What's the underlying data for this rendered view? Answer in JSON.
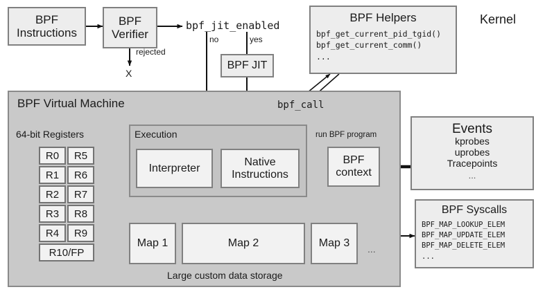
{
  "diagram": {
    "title_kernel": "Kernel",
    "pipeline": {
      "instructions": "BPF\nInstructions",
      "instructions_l1": "BPF",
      "instructions_l2": "Instructions",
      "verifier_l1": "BPF",
      "verifier_l2": "Verifier",
      "rejected_label": "rejected",
      "rejected_mark": "X",
      "jit_enabled_label": "bpf_jit_enabled",
      "branch_no": "no",
      "branch_yes": "yes",
      "bpf_jit": "BPF JIT"
    },
    "helpers": {
      "title": "BPF Helpers",
      "items": [
        "bpf_get_current_pid_tgid()",
        "bpf_get_current_comm()",
        "..."
      ]
    },
    "vm": {
      "title": "BPF Virtual Machine",
      "registers_title": "64-bit Registers",
      "registers_left": [
        "R0",
        "R1",
        "R2",
        "R3",
        "R4"
      ],
      "registers_right": [
        "R5",
        "R6",
        "R7",
        "R8",
        "R9"
      ],
      "registers_wide": "R10/FP",
      "execution_title": "Execution",
      "interpreter": "Interpreter",
      "native_l1": "Native",
      "native_l2": "Instructions",
      "bpf_call_label": "bpf_call",
      "run_program_label": "run BPF program",
      "context_l1": "BPF",
      "context_l2": "context",
      "maps": [
        "Map 1",
        "Map 2",
        "Map 3"
      ],
      "maps_ellipsis": "...",
      "storage_label": "Large custom data storage"
    },
    "events": {
      "title": "Events",
      "items": [
        "kprobes",
        "uprobes",
        "Tracepoints",
        "..."
      ]
    },
    "syscalls": {
      "title": "BPF Syscalls",
      "items": [
        "BPF_MAP_LOOKUP_ELEM",
        "BPF_MAP_UPDATE_ELEM",
        "BPF_MAP_DELETE_ELEM",
        "..."
      ]
    },
    "colors": {
      "box_fill": "#ededed",
      "box_stroke": "#808080",
      "vm_fill": "#c9c9c9",
      "exec_fill": "#c4c4c4",
      "line": "#111111",
      "page_bg": "#ffffff"
    }
  }
}
